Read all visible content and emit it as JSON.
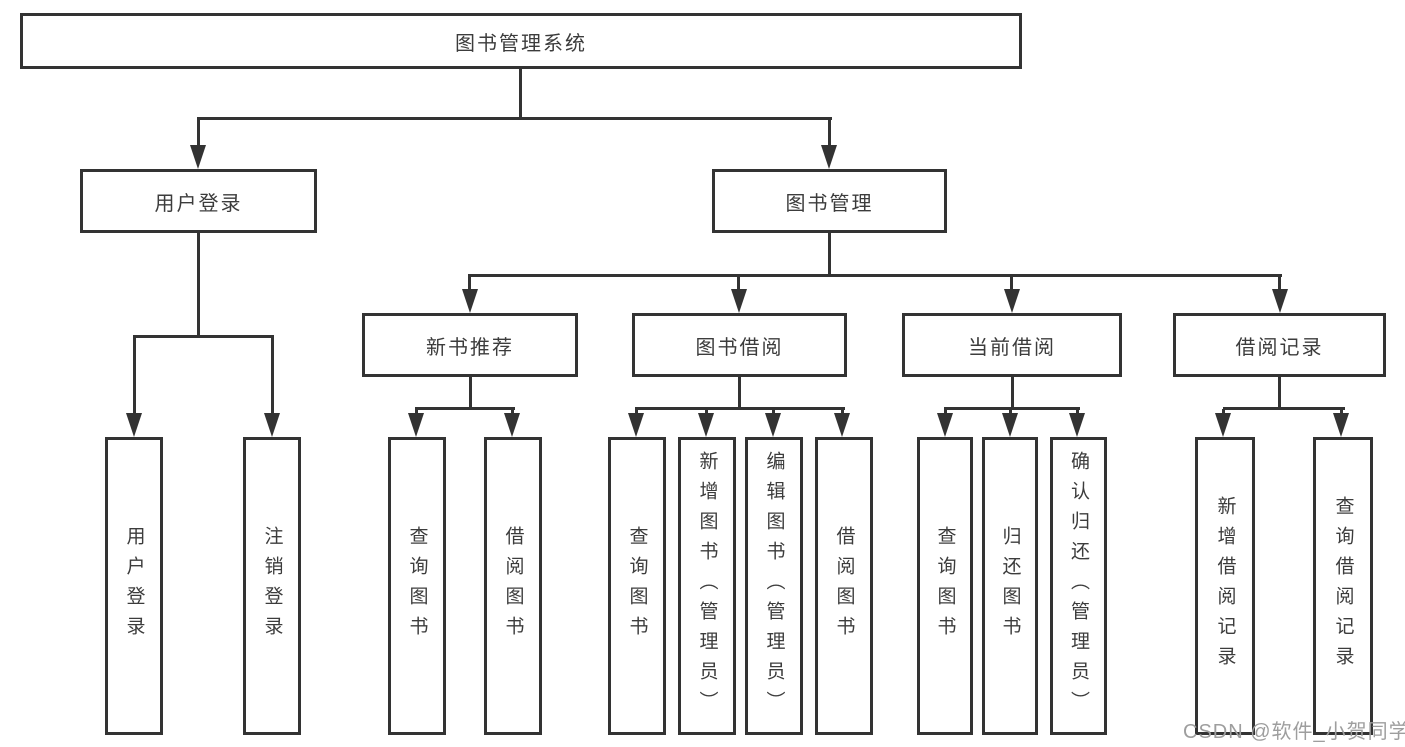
{
  "tree": {
    "root": {
      "label": "图书管理系统"
    },
    "children": [
      {
        "label": "用户登录",
        "children": [
          {
            "label": "用户登录"
          },
          {
            "label": "注销登录"
          }
        ]
      },
      {
        "label": "图书管理",
        "children": [
          {
            "label": "新书推荐",
            "children": [
              {
                "label": "查询图书"
              },
              {
                "label": "借阅图书"
              }
            ]
          },
          {
            "label": "图书借阅",
            "children": [
              {
                "label": "查询图书"
              },
              {
                "label": "新增图书（管理员）"
              },
              {
                "label": "编辑图书（管理员）"
              },
              {
                "label": "借阅图书"
              }
            ]
          },
          {
            "label": "当前借阅",
            "children": [
              {
                "label": "查询图书"
              },
              {
                "label": "归还图书"
              },
              {
                "label": "确认归还（管理员）"
              }
            ]
          },
          {
            "label": "借阅记录",
            "children": [
              {
                "label": "新增借阅记录"
              },
              {
                "label": "查询借阅记录"
              }
            ]
          }
        ]
      }
    ]
  },
  "watermark": {
    "text": "CSDN @软件_小贺同学"
  },
  "colors": {
    "line": "#333333",
    "box_border": "#333333",
    "text": "#3c3c3c",
    "background": "#ffffff",
    "watermark_text": "#9e9e9e"
  }
}
